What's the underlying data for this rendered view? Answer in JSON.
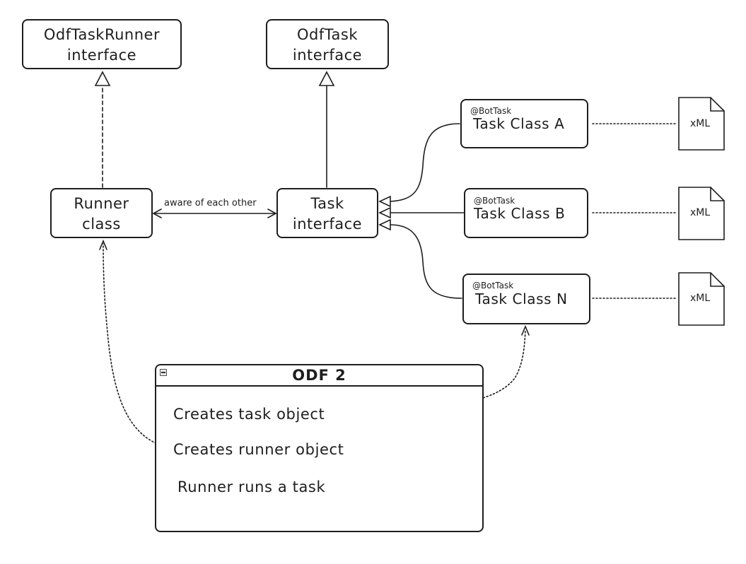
{
  "nodes": {
    "odf_task_runner_interface": {
      "line1": "OdfTaskRunner",
      "line2": "interface"
    },
    "odf_task_interface": {
      "line1": "OdfTask",
      "line2": "interface"
    },
    "runner_class": {
      "line1": "Runner",
      "line2": "class"
    },
    "task_interface": {
      "line1": "Task",
      "line2": "interface"
    },
    "task_class_a": {
      "annotation": "@BotTask",
      "label": "Task Class A"
    },
    "task_class_b": {
      "annotation": "@BotTask",
      "label": "Task Class B"
    },
    "task_class_n": {
      "annotation": "@BotTask",
      "label": "Task Class N"
    }
  },
  "documents": [
    {
      "label": "xML"
    },
    {
      "label": "xML"
    },
    {
      "label": "xML"
    }
  ],
  "edges": {
    "runner_task_label": "aware of each other"
  },
  "frame": {
    "title": "ODF 2",
    "lines": [
      "Creates task object",
      "Creates runner object",
      "Runner runs a task"
    ]
  }
}
